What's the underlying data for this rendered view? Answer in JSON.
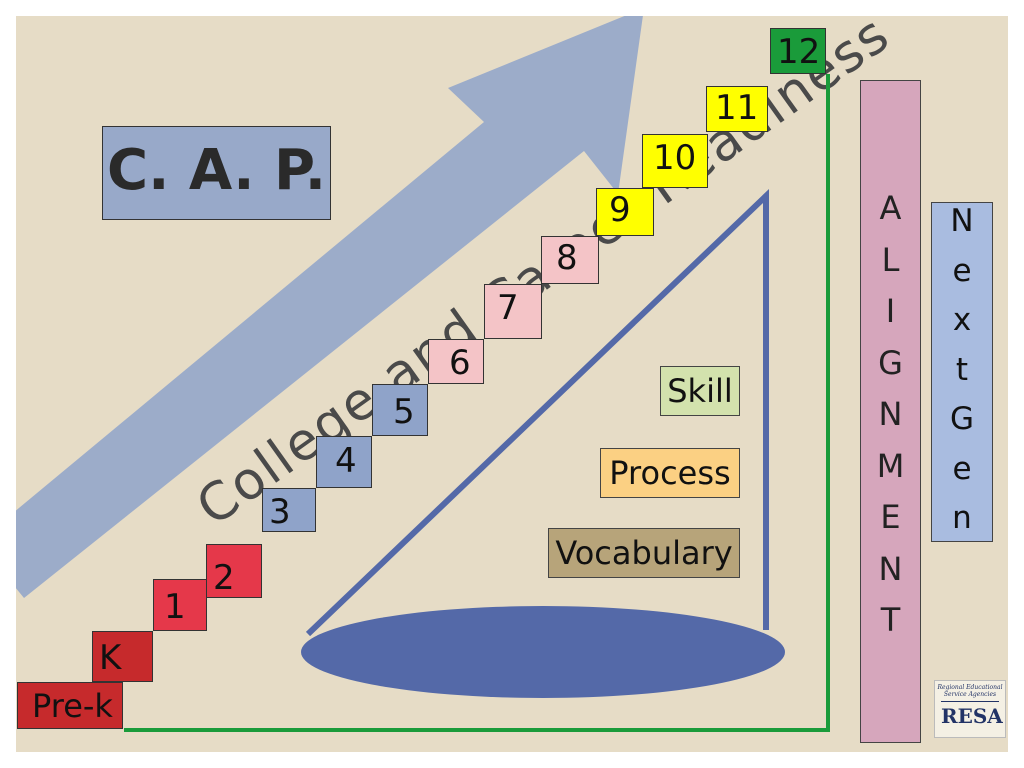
{
  "slide": {
    "title": "C. A. P.",
    "arrow_text": "College and Career Readiness",
    "steps": [
      {
        "label": "Pre-k",
        "color": "#c62a2c"
      },
      {
        "label": "K",
        "color": "#c62a2c"
      },
      {
        "label": "1",
        "color": "#e5384a"
      },
      {
        "label": "2",
        "color": "#e5384a"
      },
      {
        "label": "3",
        "color": "#8fa3c9"
      },
      {
        "label": "4",
        "color": "#8fa3c9"
      },
      {
        "label": "5",
        "color": "#8fa3c9"
      },
      {
        "label": "6",
        "color": "#f4c4c7"
      },
      {
        "label": "7",
        "color": "#f4c4c7"
      },
      {
        "label": "8",
        "color": "#f4c4c7"
      },
      {
        "label": "9",
        "color": "#ffff00"
      },
      {
        "label": "10",
        "color": "#ffff00"
      },
      {
        "label": "11",
        "color": "#ffff00"
      },
      {
        "label": "12",
        "color": "#1a9b3a"
      }
    ],
    "labels": {
      "skill": "Skill",
      "process": "Process",
      "vocabulary": "Vocabulary"
    },
    "alignment": [
      "A",
      "L",
      "I",
      "G",
      "N",
      "M",
      "E",
      "N",
      "T"
    ],
    "next_gen": [
      "N",
      "e",
      "x",
      "t",
      "G",
      "e",
      "n"
    ],
    "logo": {
      "top_text": "Regional Educational Service Agencies",
      "name": "RESA"
    },
    "colors": {
      "background": "#e6dcc6",
      "arrow": "#98a9c9",
      "triangle": "#5469a8",
      "bracket": "#1a9b3a",
      "skill": "#d3e2ad",
      "process": "#fbd083",
      "vocabulary": "#b7a47a",
      "alignment": "#d6a6bc",
      "next_gen": "#a9bce0"
    }
  }
}
